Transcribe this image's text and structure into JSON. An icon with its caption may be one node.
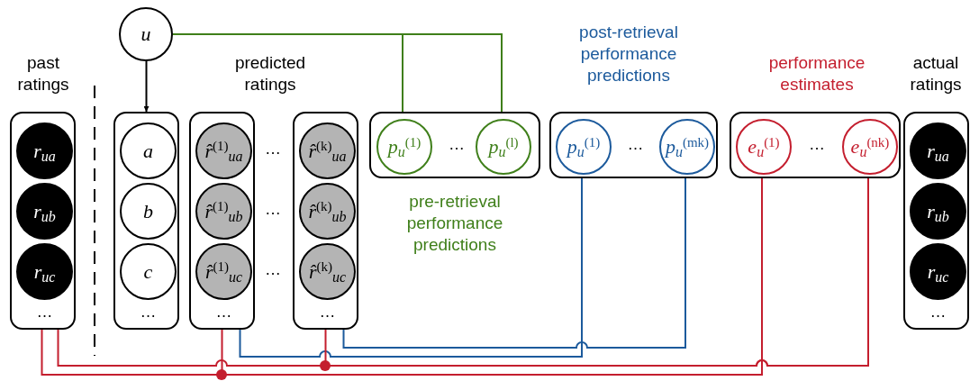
{
  "diagram": {
    "nodes": [
      {
        "text": [
          "u"
        ]
      },
      {
        "text": [
          "…"
        ],
        "beside": [
          "past ratings"
        ]
      },
      {
        "text": [
          "r$_{ua}$"
        ],
        "in": 1
      },
      {
        "text": [
          "r$_{ub}$"
        ],
        "in": 1
      },
      {
        "text": [
          "r$_{uc}$"
        ],
        "in": 1
      },
      {
        "text": [
          "…"
        ]
      },
      {
        "text": [
          "a"
        ],
        "in": 5
      },
      {
        "text": [
          "b"
        ],
        "in": 5
      },
      {
        "text": [
          "c"
        ],
        "in": 5
      },
      {
        "text": [
          "…"
        ]
      },
      {
        "text": [
          "r̂$^{(1)}$$_{ua}$"
        ],
        "in": 9
      },
      {
        "text": [
          "r̂$^{(1)}$$_{ub}$"
        ],
        "in": 9
      },
      {
        "text": [
          "r̂$^{(1)}$$_{uc}$"
        ],
        "in": 9
      },
      {
        "text": [
          "…"
        ]
      },
      {
        "text": [
          "r̂$^{(k)}$$_{ua}$"
        ],
        "in": 13
      },
      {
        "text": [
          "r̂$^{(k)}$$_{ub}$"
        ],
        "in": 13
      },
      {
        "text": [
          "r̂$^{(k)}$$_{uc}$"
        ],
        "in": 13
      },
      {
        "text": [
          "…"
        ],
        "beside": [
          "pre-retrieval performance predictions"
        ]
      },
      {
        "text": [
          "p$_{u}$$^{(1)}$"
        ],
        "in": 17
      },
      {
        "text": [
          "p$_{u}$$^{(l)}$"
        ],
        "in": 17
      },
      {
        "text": [
          "…"
        ],
        "beside": [
          "post-retrieval performance predictions"
        ]
      },
      {
        "text": [
          "p$_{u}$$^{(1)}$"
        ],
        "in": 20
      },
      {
        "text": [
          "p$_{u}$$^{(mk)}$"
        ],
        "in": 20
      },
      {
        "text": [
          "…"
        ],
        "beside": [
          "performance estimates"
        ]
      },
      {
        "text": [
          "e$_{u}$$^{(1)}$"
        ],
        "in": 23
      },
      {
        "text": [
          "e$_{u}$$^{(nk)}$"
        ],
        "in": 23
      },
      {
        "text": [
          "…"
        ],
        "beside": [
          "actual ratings"
        ]
      },
      {
        "text": [
          "r$_{ua}$"
        ],
        "in": 26
      },
      {
        "text": [
          "r$_{ub}$"
        ],
        "in": 26
      },
      {
        "text": [
          "r$_{uc}$"
        ],
        "in": 26
      }
    ],
    "edges": [
      {
        "from": 0,
        "to": 5,
        "arrow": "to",
        "color": "#000000"
      },
      {
        "from": 0,
        "to": 18,
        "arrow": "to",
        "color": "#3f7f1a"
      },
      {
        "from": 0,
        "to": 19,
        "arrow": "to",
        "color": "#3f7f1a"
      },
      {
        "from": 9,
        "to": 21,
        "arrow": "to",
        "color": "#1c5a9c"
      },
      {
        "from": 13,
        "to": 22,
        "arrow": "to",
        "color": "#1c5a9c"
      },
      {
        "from": 1,
        "to": 24,
        "arrow": "to",
        "color": "#c41e2e"
      },
      {
        "from": 9,
        "to": 24,
        "arrow": "to",
        "color": "#c41e2e"
      },
      {
        "from": 1,
        "to": 25,
        "arrow": "to",
        "color": "#c41e2e"
      },
      {
        "from": 13,
        "to": 25,
        "arrow": "to",
        "color": "#c41e2e"
      }
    ],
    "labels": [
      "predicted ratings",
      "…",
      "…",
      "…"
    ]
  }
}
